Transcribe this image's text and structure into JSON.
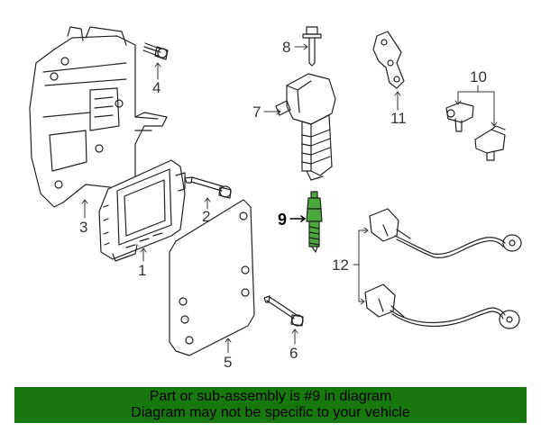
{
  "callouts": {
    "c1": "1",
    "c2": "2",
    "c3": "3",
    "c4": "4",
    "c5": "5",
    "c6": "6",
    "c7": "7",
    "c8": "8",
    "c9": "9",
    "c10": "10",
    "c11": "11",
    "c12": "12"
  },
  "highlight_color": "#4aa83c",
  "banner": {
    "line1": "Part or sub-assembly is #9 in diagram",
    "line2": "Diagram may not be specific to your vehicle",
    "color": "#18780f"
  }
}
